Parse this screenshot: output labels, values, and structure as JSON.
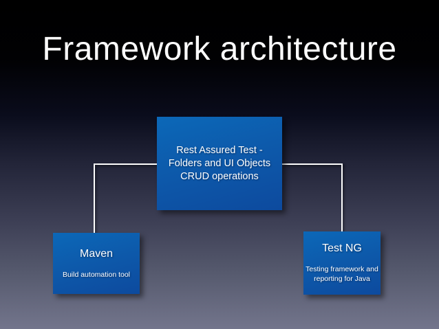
{
  "slide": {
    "title": "Framework architecture"
  },
  "diagram": {
    "main_box": {
      "lines": {
        "0": "Rest Assured Test -",
        "1": "Folders and UI Objects",
        "2": "CRUD operations"
      }
    },
    "left_box": {
      "title": "Maven",
      "subtitle": "Build automation tool"
    },
    "right_box": {
      "title": "Test NG",
      "subtitle_lines": {
        "0": "Testing framework and",
        "1": "reporting for Java"
      }
    },
    "colors": {
      "background_top": "#000000",
      "background_bottom": "#73758c",
      "box_gradient_start": "#0c68b8",
      "box_gradient_end": "#0d4a9e",
      "box_text": "#ffffff",
      "connector": "#ffffff",
      "title_text": "#ffffff"
    }
  }
}
